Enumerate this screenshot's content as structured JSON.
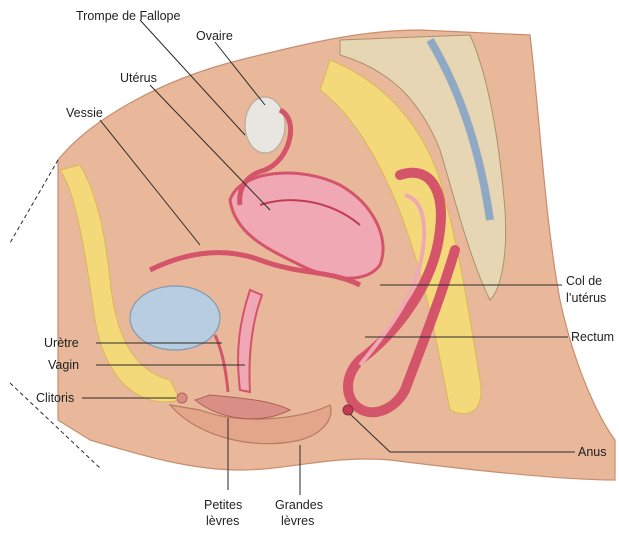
{
  "labels": {
    "trompe": "Trompe de Fallope",
    "ovaire": "Ovaire",
    "uterus": "Utérus",
    "vessie": "Vessie",
    "col_line1": "Col de",
    "col_line2": "l’utérus",
    "rectum": "Rectum",
    "uretre": "Urètre",
    "vagin": "Vagin",
    "clitoris": "Clitoris",
    "anus": "Anus",
    "petites_line1": "Petites",
    "petites_line2": "lèvres",
    "grandes_line1": "Grandes",
    "grandes_line2": "lèvres"
  },
  "colors": {
    "skin": "#e9b89a",
    "skin_dark": "#c98d6e",
    "fat": "#f3d97a",
    "muscle": "#d4546a",
    "mucosa": "#f0a9b4",
    "bladder": "#b9cde0",
    "bone": "#e6d6b3",
    "background": "#ffffff"
  }
}
